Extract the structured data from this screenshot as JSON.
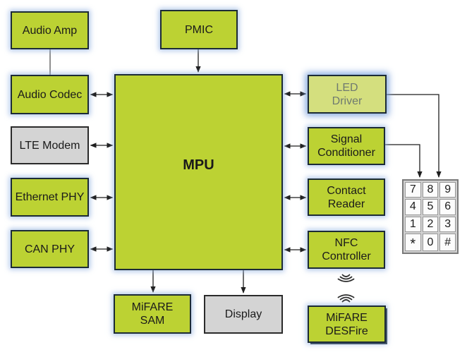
{
  "colors": {
    "green": "#bcd233",
    "green_light": "#d4df7e",
    "gray": "#d4d4d4",
    "gray_border": "#2b2b2b",
    "border_dark": "#1c2b36",
    "glow": "rgba(150,180,225,0.75)",
    "glow_strong": "rgba(120,160,220,0.9)",
    "text_muted": "#6f7a70",
    "keypad_bg": "#d2d2d2",
    "keypad_border": "#7a7a7a",
    "key_bg": "#fcfcfc",
    "key_border": "#979797",
    "wire": "#1f1f1f"
  },
  "blocks": {
    "audio_amp": {
      "label": "Audio Amp"
    },
    "audio_codec": {
      "label": "Audio Codec"
    },
    "lte_modem": {
      "label": "LTE Modem"
    },
    "ethernet_phy": {
      "label": "Ethernet PHY"
    },
    "can_phy": {
      "label": "CAN PHY"
    },
    "pmic": {
      "label": "PMIC"
    },
    "mpu": {
      "label": "MPU"
    },
    "mifare_sam": {
      "label": "MiFARE\nSAM"
    },
    "display": {
      "label": "Display"
    },
    "led_driver": {
      "label": "LED\nDriver"
    },
    "signal_conditioner": {
      "label": "Signal\nConditioner"
    },
    "contact_reader": {
      "label": "Contact\nReader"
    },
    "nfc_controller": {
      "label": "NFC\nController"
    },
    "mifare_desfire": {
      "label": "MiFARE\nDESFire"
    }
  },
  "keypad": {
    "keys": [
      "7",
      "8",
      "9",
      "4",
      "5",
      "6",
      "1",
      "2",
      "3",
      "*",
      "0",
      "#"
    ]
  }
}
